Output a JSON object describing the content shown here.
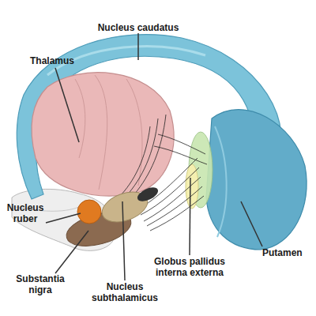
{
  "diagram": {
    "labels": [
      "Nucleus caudatus",
      "Thalamus",
      "Nucleus ruber",
      "Substantia nigra",
      "Nucleus subthalamicus",
      "Globus pallidus interna externa",
      "Putamen"
    ]
  }
}
